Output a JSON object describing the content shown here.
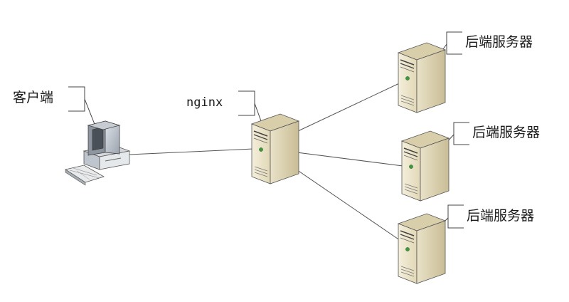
{
  "diagram": {
    "client_label": "客户端",
    "proxy_label": "nginx",
    "backend_labels": [
      "后端服务器",
      "后端服务器",
      "后端服务器"
    ]
  }
}
